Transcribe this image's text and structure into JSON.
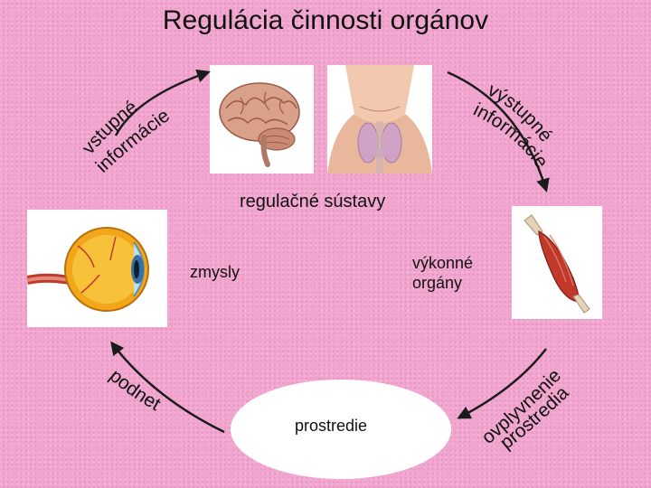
{
  "title": "Regulácia činnosti orgánov",
  "labels": {
    "center": "regulačné sústavy",
    "senses": "zmysly",
    "effectors_line1": "výkonné",
    "effectors_line2": "orgány",
    "environment": "prostredie"
  },
  "arcs": {
    "input_line1": "vstupné",
    "input_line2": "informácie",
    "output_line1": "výstupné",
    "output_line2": "informácie",
    "stimulus": "podnet",
    "effect_line1": "ovplyvnenie",
    "effect_line2": "prostredia"
  },
  "images": [
    "brain",
    "thyroid",
    "eye",
    "muscle"
  ],
  "colors": {
    "background": "#f2a6cf",
    "panel": "#ffffff",
    "text": "#111111",
    "arrow": "#1a1a1a"
  }
}
